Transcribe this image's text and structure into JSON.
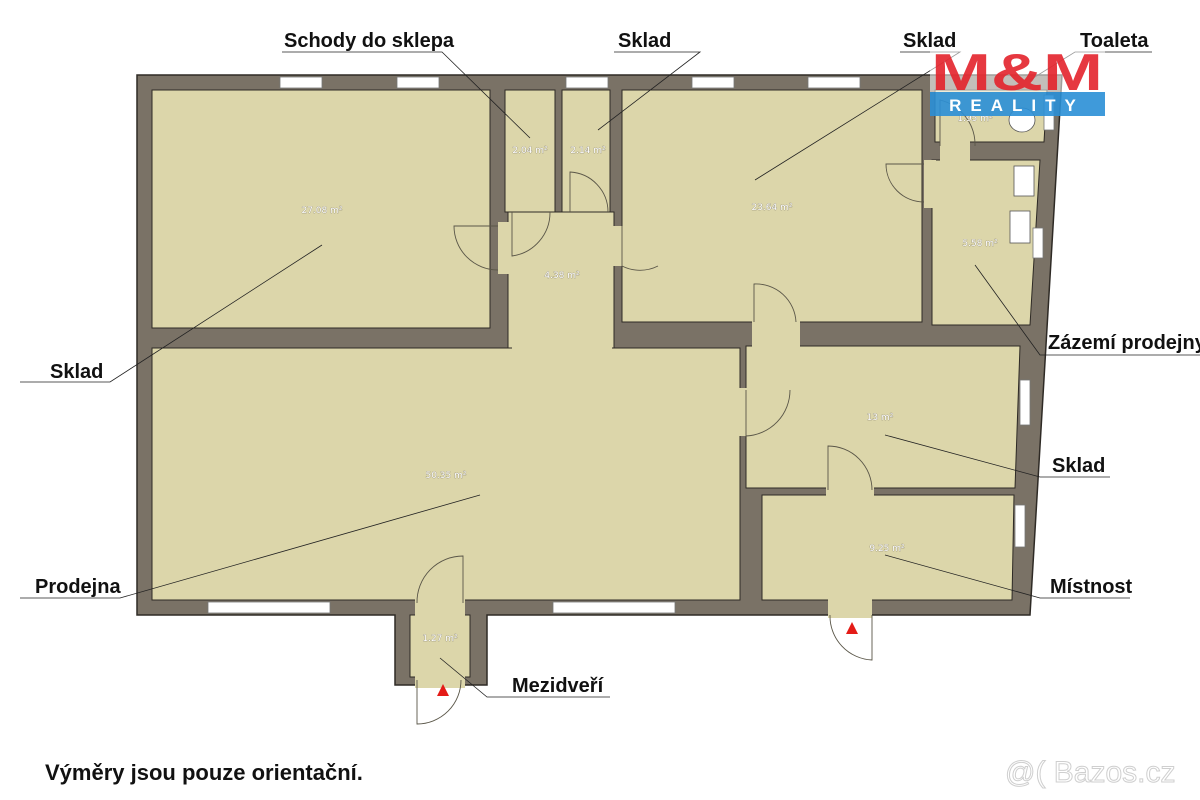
{
  "colors": {
    "wall": "#7a7266",
    "wall_outline": "#2e2a25",
    "floor": "#dcd6aa",
    "entrance_marker": "#e41b17",
    "logo_red": "#e3222b",
    "logo_blue": "#2a8fd6"
  },
  "logo": {
    "brand": "M&M",
    "subtitle": "REALITY"
  },
  "rooms": [
    {
      "name": "Sklad",
      "area": "27.08 m²"
    },
    {
      "name": "Schody do sklepa",
      "area": "2.04 m²"
    },
    {
      "name": "Sklad",
      "area": "2.14 m²"
    },
    {
      "name": "",
      "area": "4.38 m²"
    },
    {
      "name": "Sklad",
      "area": "23.64 m²"
    },
    {
      "name": "Toaleta",
      "area": "1.95 m²"
    },
    {
      "name": "Zázemí prodejny",
      "area": "5.58 m²"
    },
    {
      "name": "Sklad",
      "area": "13 m²"
    },
    {
      "name": "Prodejna",
      "area": "50.35 m²"
    },
    {
      "name": "Místnost",
      "area": "9.25 m²"
    },
    {
      "name": "Mezidveří",
      "area": "1.27 m²"
    }
  ],
  "entrance_icon": "red-triangle-entrance-marker",
  "footer_note": "Výměry jsou pouze orientační.",
  "watermark": "@( Bazos.cz"
}
